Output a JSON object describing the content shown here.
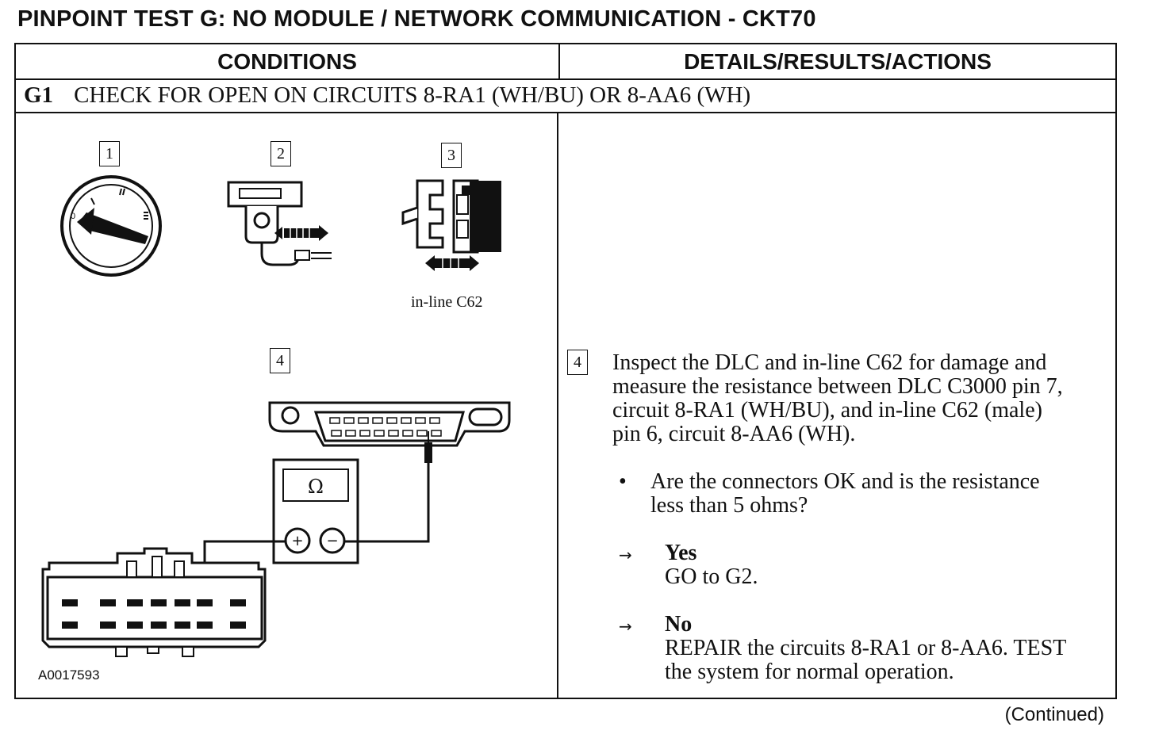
{
  "title": "PINPOINT TEST G: NO MODULE / NETWORK COMMUNICATION - CKT70",
  "columns": {
    "conditions": "CONDITIONS",
    "details": "DETAILS/RESULTS/ACTIONS"
  },
  "step": {
    "id": "G1",
    "heading": "CHECK FOR OPEN ON CIRCUITS 8-RA1 (WH/BU) OR 8-AA6 (WH)"
  },
  "figure": {
    "callouts": [
      "1",
      "2",
      "3",
      "4"
    ],
    "ignition_positions": [
      "0",
      "I",
      "II",
      "III"
    ],
    "connector_caption": "in-line C62",
    "meter_symbol": "Ω",
    "meter_plus": "+",
    "meter_minus": "−",
    "figure_id": "A0017593"
  },
  "details": {
    "callout": "4",
    "instruction_lines": [
      "Inspect the DLC and in-line C62 for damage and",
      "measure the resistance between DLC C3000 pin 7,",
      "circuit 8-RA1 (WH/BU), and in-line C62 (male)",
      "pin 6, circuit 8-AA6 (WH)."
    ],
    "bullet": "•",
    "question_lines": [
      "Are the connectors OK and is the resistance",
      "less than 5 ohms?"
    ],
    "arrow": "→",
    "yes_label": "Yes",
    "yes_action": "GO to G2.",
    "no_label": "No",
    "no_action_lines": [
      "REPAIR the circuits 8-RA1 or 8-AA6. TEST",
      "the system for normal operation."
    ]
  },
  "continued": "(Continued)"
}
